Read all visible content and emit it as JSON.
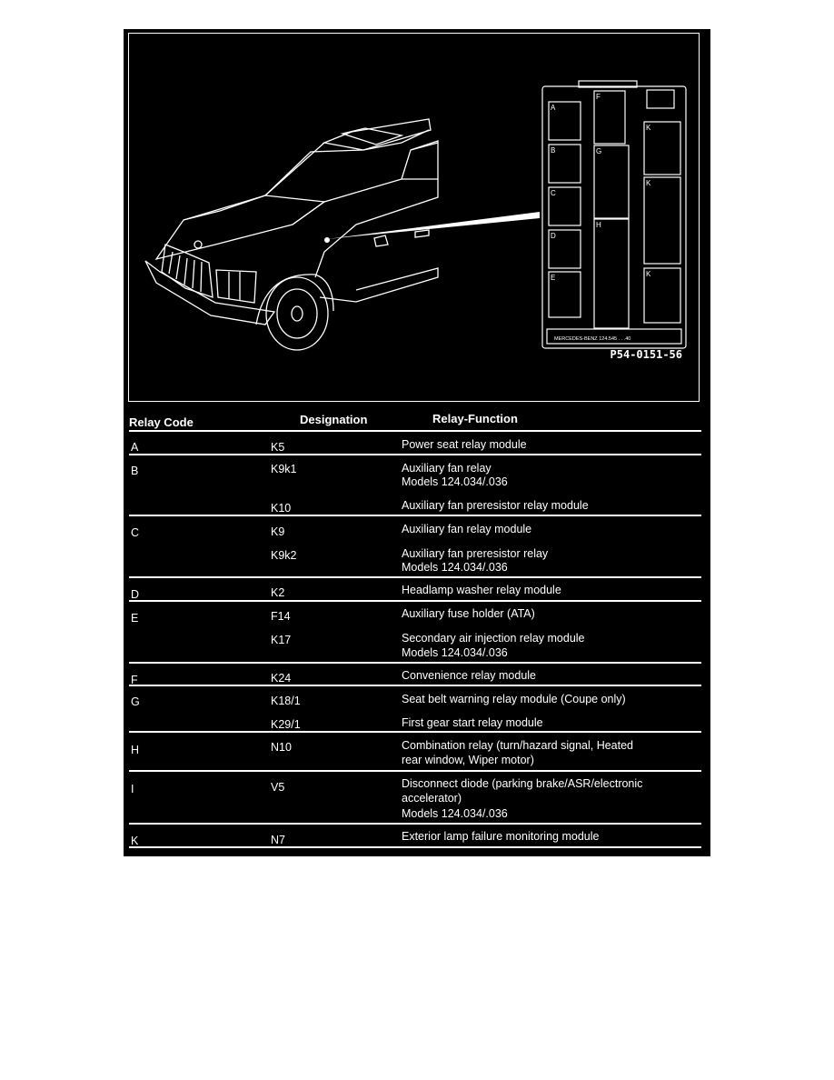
{
  "figure": {
    "code": "P54-0151-56",
    "plate_text": "MERCEDES-BENZ 124.545 . . .40",
    "box_labels": [
      "A",
      "B",
      "C",
      "D",
      "E",
      "F",
      "G",
      "H",
      "K",
      "K",
      "K"
    ]
  },
  "headers": {
    "relay_code": "Relay Code",
    "designation": "Designation",
    "relay_function": "Relay-Function"
  },
  "rows": [
    {
      "code": "A",
      "designation": "K5",
      "function": "Power seat relay module"
    },
    {
      "code": "B",
      "designation": "K9k1",
      "function": "Auxiliary fan relay",
      "function2": "Models 124.034/.036"
    },
    {
      "designation": "K10",
      "function": "Auxiliary fan preresistor relay module"
    },
    {
      "code": "C",
      "designation": "K9",
      "function": "Auxiliary fan relay module"
    },
    {
      "designation": "K9k2",
      "function": "Auxiliary fan preresistor relay",
      "function2": "Models 124.034/.036"
    },
    {
      "code": "D",
      "designation": "K2",
      "function": "Headlamp washer relay module"
    },
    {
      "code": "E",
      "designation": "F14",
      "function": "Auxiliary fuse holder (ATA)"
    },
    {
      "designation": "K17",
      "function": "Secondary air injection relay module",
      "function2": "Models 124.034/.036"
    },
    {
      "code": "F",
      "designation": "K24",
      "function": "Convenience relay module"
    },
    {
      "code": "G",
      "designation": "K18/1",
      "function": "Seat belt warning relay module (Coupe only)"
    },
    {
      "designation": "K29/1",
      "function": "First gear start relay module"
    },
    {
      "code": "H",
      "designation": "N10",
      "function": "Combination relay (turn/hazard signal, Heated",
      "function2": "rear window, Wiper motor)"
    },
    {
      "code": "I",
      "designation": "V5",
      "function": "Disconnect diode (parking brake/ASR/electronic",
      "function2": "accelerator)",
      "function3": "Models 124.034/.036"
    },
    {
      "code": "K",
      "designation": "N7",
      "function": "Exterior lamp failure monitoring module"
    }
  ]
}
